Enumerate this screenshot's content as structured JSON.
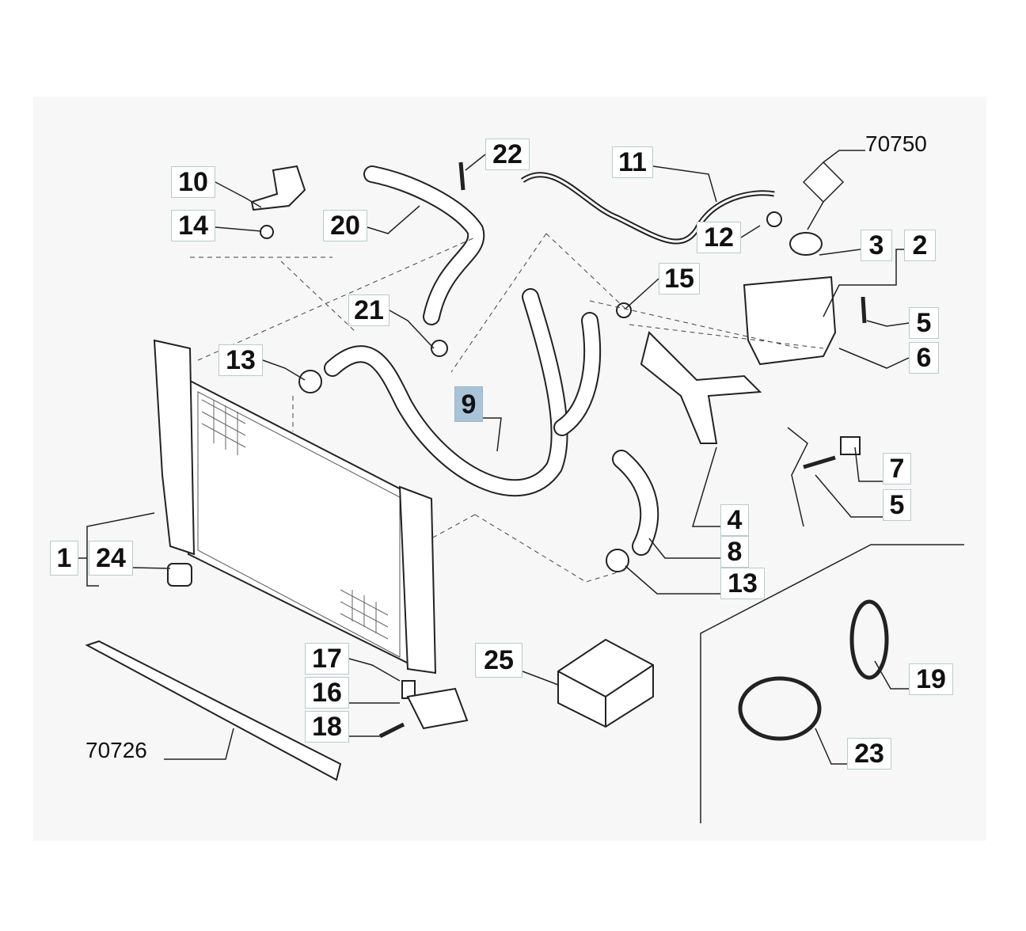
{
  "diagram": {
    "highlighted_part": "9",
    "highlight_color": "#a9c4d8",
    "callouts": [
      {
        "id": "c22",
        "text": "22"
      },
      {
        "id": "c10",
        "text": "10"
      },
      {
        "id": "c11",
        "text": "11"
      },
      {
        "id": "c20",
        "text": "20"
      },
      {
        "id": "c14",
        "text": "14"
      },
      {
        "id": "c12",
        "text": "12"
      },
      {
        "id": "c3",
        "text": "3"
      },
      {
        "id": "c2",
        "text": "2"
      },
      {
        "id": "c15",
        "text": "15"
      },
      {
        "id": "c21",
        "text": "21"
      },
      {
        "id": "c5a",
        "text": "5"
      },
      {
        "id": "c13a",
        "text": "13"
      },
      {
        "id": "c6",
        "text": "6"
      },
      {
        "id": "c9",
        "text": "9"
      },
      {
        "id": "c7",
        "text": "7"
      },
      {
        "id": "c5b",
        "text": "5"
      },
      {
        "id": "c4",
        "text": "4"
      },
      {
        "id": "c1",
        "text": "1"
      },
      {
        "id": "c24",
        "text": "24"
      },
      {
        "id": "c8",
        "text": "8"
      },
      {
        "id": "c13b",
        "text": "13"
      },
      {
        "id": "c17",
        "text": "17"
      },
      {
        "id": "c25",
        "text": "25"
      },
      {
        "id": "c19",
        "text": "19"
      },
      {
        "id": "c16",
        "text": "16"
      },
      {
        "id": "c18",
        "text": "18"
      },
      {
        "id": "c23",
        "text": "23"
      }
    ],
    "references": [
      {
        "id": "r70750",
        "text": "70750"
      },
      {
        "id": "r70726",
        "text": "70726"
      }
    ]
  }
}
